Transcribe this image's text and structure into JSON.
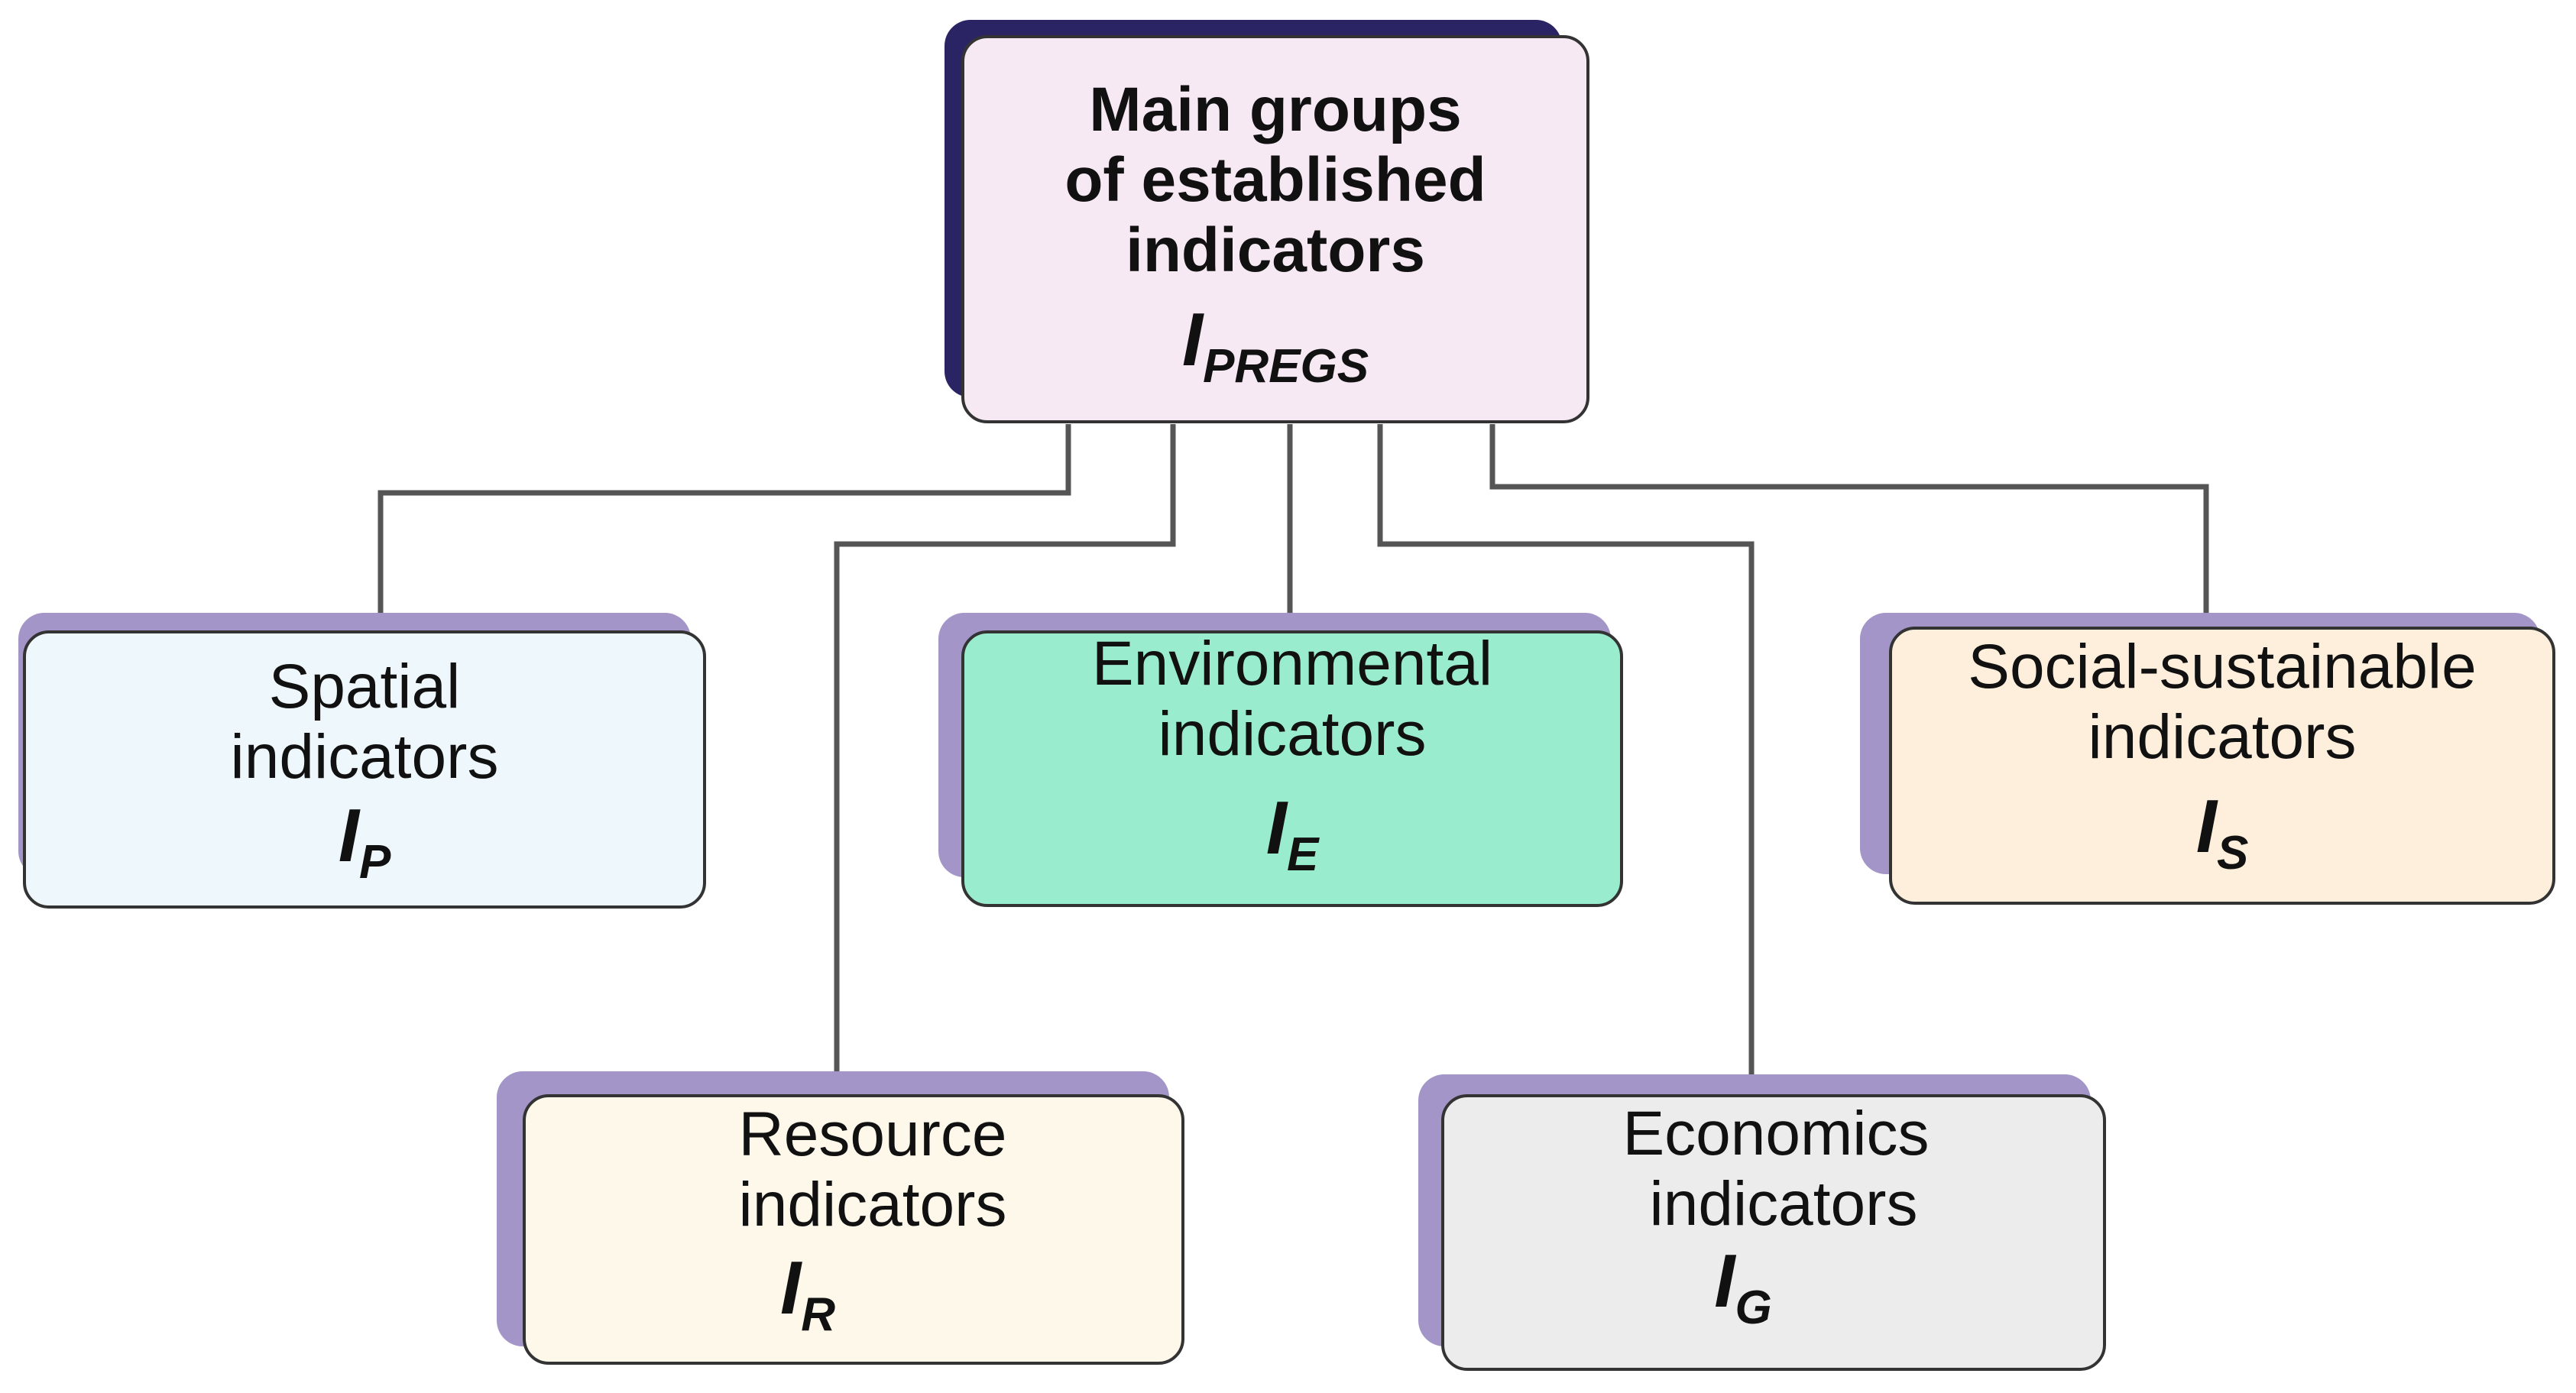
{
  "colors": {
    "main_fill": "#f6e9f3",
    "spatial_fill": "#eef7fb",
    "environmental_fill": "#9aecce",
    "social_fill": "#fdefdc",
    "resource_fill": "#fdf8ea",
    "economics_fill": "#ececec",
    "shadow": "#a495c9",
    "main_shadow": "#2a2464",
    "connector": "#555555"
  },
  "main": {
    "line1": "Main groups",
    "line2": "of established",
    "line3": "indicators",
    "symbol": "I",
    "subscript": "PREGS"
  },
  "spatial": {
    "line1": "Spatial",
    "line2": "indicators",
    "symbol": "I",
    "subscript": "P"
  },
  "environmental": {
    "line1": "Environmental",
    "line2": "indicators",
    "symbol": "I",
    "subscript": "E"
  },
  "social": {
    "line1": "Social-sustainable",
    "line2": "indicators",
    "symbol": "I",
    "subscript": "S"
  },
  "resource": {
    "line1": "Resource",
    "line2": "indicators",
    "symbol": "I",
    "subscript": "R"
  },
  "economics": {
    "line1": "Economics",
    "line2": "indicators",
    "symbol": "I",
    "subscript": "G"
  }
}
